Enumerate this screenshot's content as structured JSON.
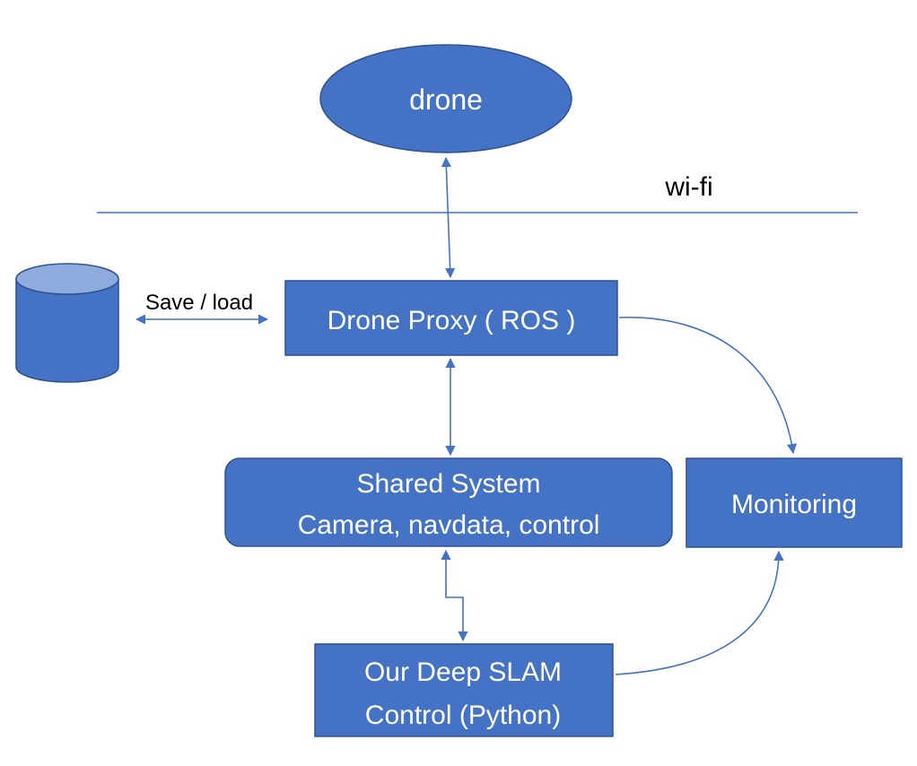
{
  "colors": {
    "node_fill": "#4472c4",
    "node_stroke": "#2f528f",
    "edge": "#4472c4",
    "node_text": "#ffffff",
    "cylinder_top": "#8faadc"
  },
  "nodes": {
    "drone": "drone",
    "drone_proxy": "Drone Proxy ( ROS )",
    "shared_system": [
      "Shared System",
      "Camera, navdata, control"
    ],
    "monitoring": "Monitoring",
    "deep_slam": [
      "Our Deep SLAM",
      "Control (Python)"
    ],
    "storage": ""
  },
  "labels": {
    "wifi": "wi-fi",
    "save_load": "Save / load"
  }
}
